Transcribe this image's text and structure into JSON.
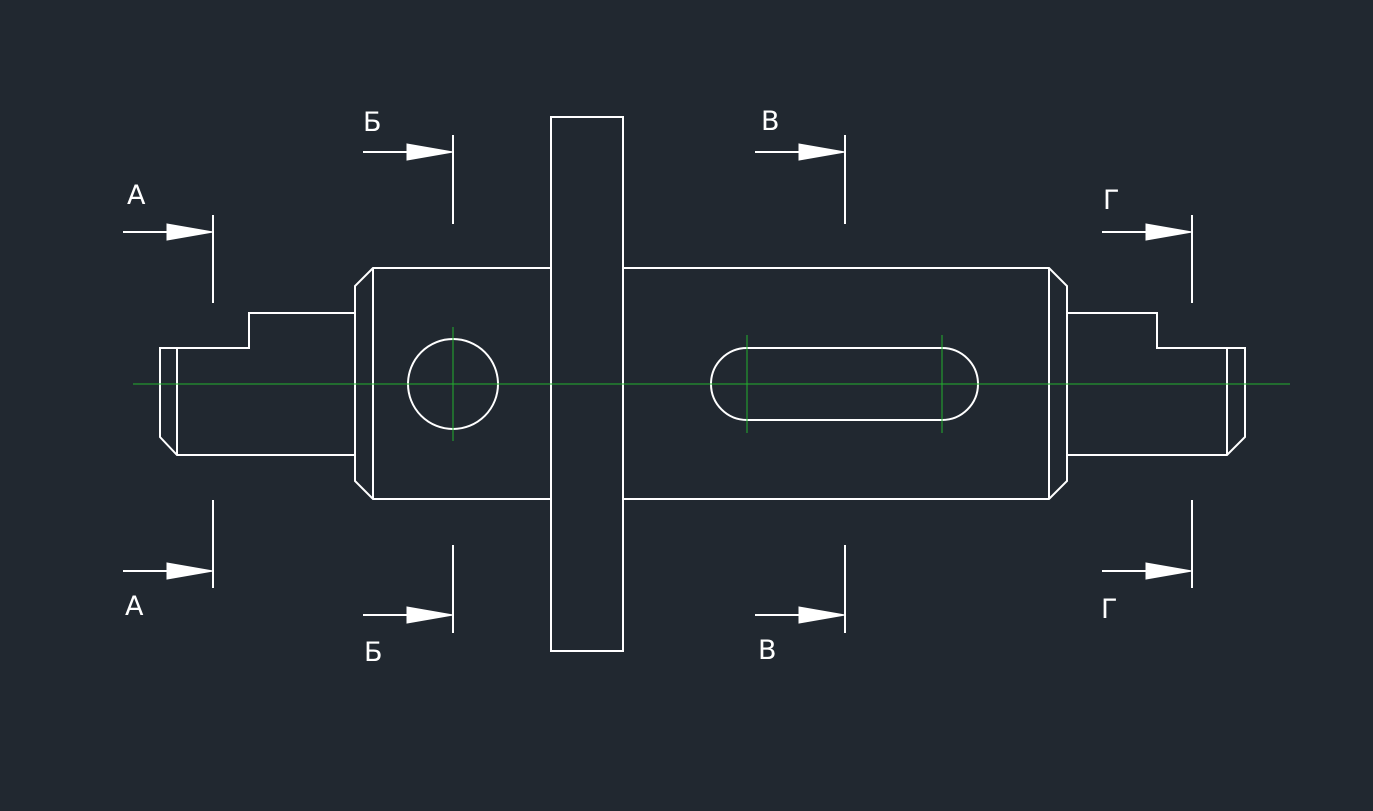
{
  "drawing": {
    "background_color": "#212830",
    "line_color": "#ffffff",
    "centerline_color": "#22b02e"
  },
  "sections": [
    {
      "id": "a",
      "letter": "А"
    },
    {
      "id": "b",
      "letter": "Б"
    },
    {
      "id": "v",
      "letter": "В"
    },
    {
      "id": "g",
      "letter": "Г"
    }
  ]
}
